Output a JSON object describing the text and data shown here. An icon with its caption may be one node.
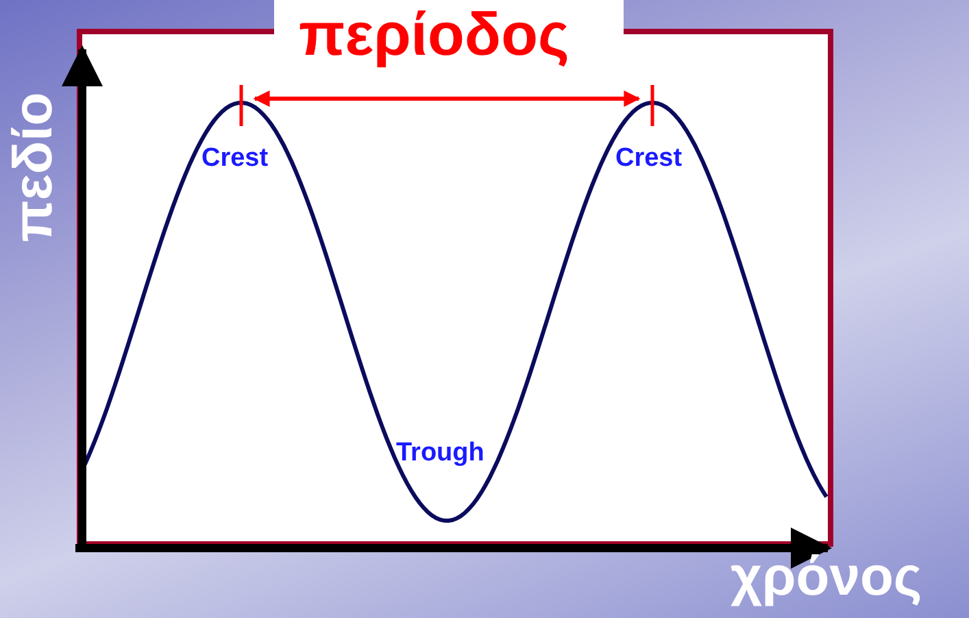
{
  "diagram": {
    "labels": [
      "περίοδος",
      "πεδίο",
      "Crest",
      "Crest",
      "Trough",
      "χρόνος"
    ]
  }
}
